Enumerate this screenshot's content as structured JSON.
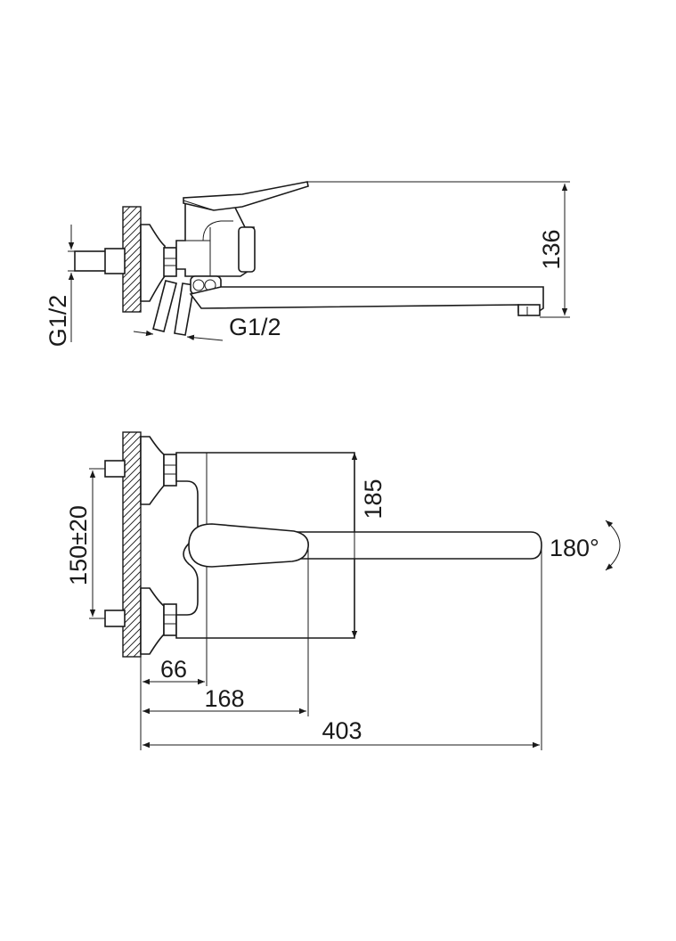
{
  "side_view": {
    "height_label": "136",
    "thread_inlet_label": "G1/2",
    "thread_outlet_label": "G1/2"
  },
  "top_view": {
    "body_depth_label": "185",
    "center_distance_label": "150±20",
    "rotation_label": "180°",
    "dim_body_label": "66",
    "dim_handle_label": "168",
    "dim_spout_label": "403"
  },
  "colors": {
    "line": "#1a1a1a",
    "background": "#ffffff"
  }
}
